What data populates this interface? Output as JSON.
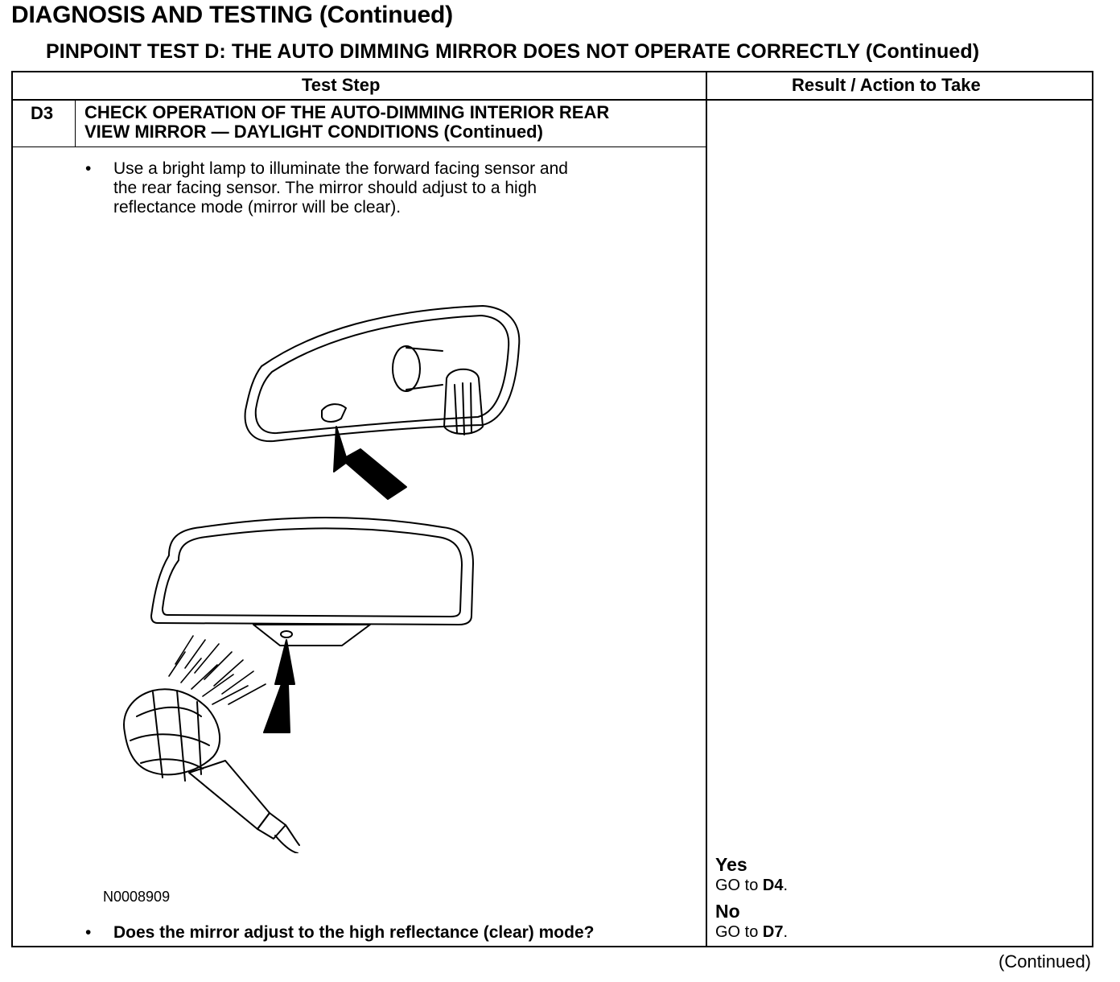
{
  "header": {
    "title": "DIAGNOSIS AND TESTING (Continued)",
    "subtitle": "PINPOINT TEST  D: THE AUTO DIMMING MIRROR DOES NOT OPERATE CORRECTLY (Continued)"
  },
  "table": {
    "col_test_step": "Test Step",
    "col_result": "Result / Action to Take",
    "step": {
      "id": "D3",
      "title_line1": "CHECK OPERATION OF THE AUTO-DIMMING INTERIOR REAR",
      "title_line2": "VIEW MIRROR — DAYLIGHT CONDITIONS (Continued)",
      "bullet_mark": "•",
      "instruction_line1": "Use a bright lamp to illuminate the forward facing sensor and",
      "instruction_line2": "the rear facing sensor. The mirror should adjust to a high",
      "instruction_line3": "reflectance mode (mirror will be clear).",
      "figure_id": "N0008909",
      "question": "Does the mirror adjust to the high reflectance (clear) mode?"
    },
    "results": {
      "yes_label": "Yes",
      "yes_action_prefix": "GO to ",
      "yes_target": "D4",
      "no_label": "No",
      "no_action_prefix": "GO to ",
      "no_target": "D7",
      "period": "."
    }
  },
  "footer": {
    "continued": "(Continued)"
  }
}
